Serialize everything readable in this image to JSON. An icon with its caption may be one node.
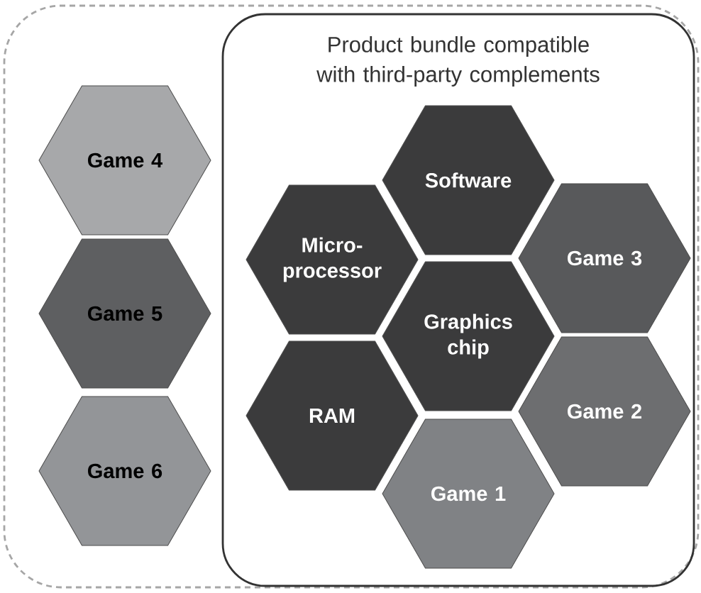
{
  "diagram": {
    "nodes": [
      {
        "text": [],
        "shape": "box"
      },
      {
        "text": [
          "Product bundle compatible with third-party complements"
        ],
        "in": 0
      },
      {
        "text": [
          "Game 4"
        ],
        "in": 0
      },
      {
        "text": [
          "Game 5"
        ],
        "in": 0
      },
      {
        "text": [
          "Game 6"
        ],
        "in": 0
      },
      {
        "text": [
          "Software"
        ],
        "in": 1
      },
      {
        "text": [
          "Micro-processor"
        ],
        "in": 1
      },
      {
        "text": [
          "Game 3"
        ],
        "in": 1
      },
      {
        "text": [
          "Graphics chip"
        ],
        "in": 1
      },
      {
        "text": [
          "RAM"
        ],
        "in": 1
      },
      {
        "text": [
          "Game 2"
        ],
        "in": 1
      },
      {
        "text": [
          "Game 1"
        ],
        "in": 1
      }
    ]
  }
}
